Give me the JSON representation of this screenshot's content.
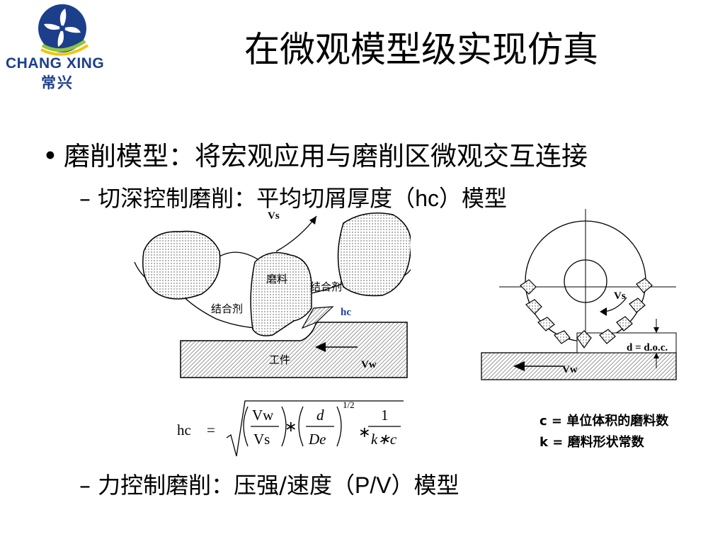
{
  "logo": {
    "name_en": "CHANG XING",
    "name_cn": "常兴"
  },
  "title": "在微观模型级实现仿真",
  "bullet": "磨削模型：将宏观应用与磨削区微观交互连接",
  "sub1": {
    "prefix": "– 切深控制磨削：平均切屑厚度（",
    "latin": "hc",
    "suffix": "）模型"
  },
  "sub2": {
    "prefix": "– 力控制磨削：压强/速度（",
    "latin": "P/V",
    "suffix": "）模型"
  },
  "left_diagram": {
    "vs": "Vs",
    "abrasive": "磨料",
    "bond_left": "结合剂",
    "bond_right": "结合剂",
    "hc": "hc",
    "workpiece": "工件",
    "vw": "Vw"
  },
  "right_diagram": {
    "vs": "Vs",
    "doc": "d = d.o.c.",
    "vw": "Vw"
  },
  "formula": {
    "lhs": "hc",
    "eq": "=",
    "vw": "Vw",
    "vs": "Vs",
    "d": "d",
    "de": "De",
    "exp": "1/2",
    "one": "1",
    "kc": "k∗c",
    "times": "∗"
  },
  "notes": {
    "c": "c = 单位体积的磨料数",
    "k": "k = 磨料形状常数"
  },
  "colors": {
    "brand_blue": "#1c3f8c",
    "brand_green": "#8cc63f",
    "brand_yellow": "#f5c400",
    "hc_blue": "#1f3fa8"
  }
}
